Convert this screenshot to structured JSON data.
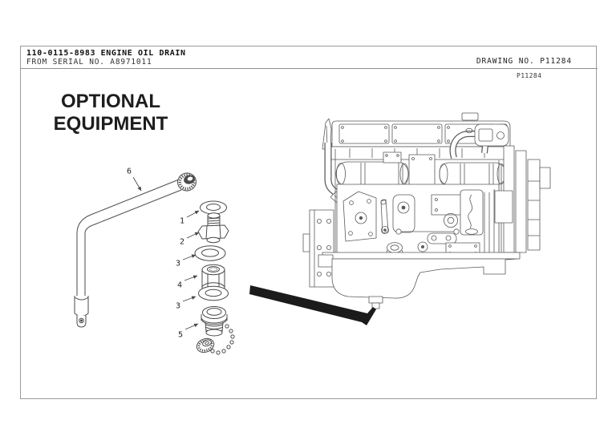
{
  "header": {
    "title": "110-0115-8983 ENGINE OIL DRAIN",
    "subtitle": "FROM SERIAL NO. A8971011",
    "drawing_no": "DRAWING NO. P11284"
  },
  "drawing": {
    "page_label": "P11284",
    "section_title_line1": "OPTIONAL",
    "section_title_line2": "EQUIPMENT",
    "callouts": [
      {
        "label": "6"
      },
      {
        "label": "1"
      },
      {
        "label": "2"
      },
      {
        "label": "3"
      },
      {
        "label": "4"
      },
      {
        "label": "3"
      },
      {
        "label": "5"
      }
    ]
  },
  "colors": {
    "line": "#4a4a4a",
    "engine_line": "#5a5a5a",
    "arrow": "#1b1b1b",
    "border": "#9a9a9a",
    "text": "#1c1c1c",
    "background": "#ffffff"
  }
}
